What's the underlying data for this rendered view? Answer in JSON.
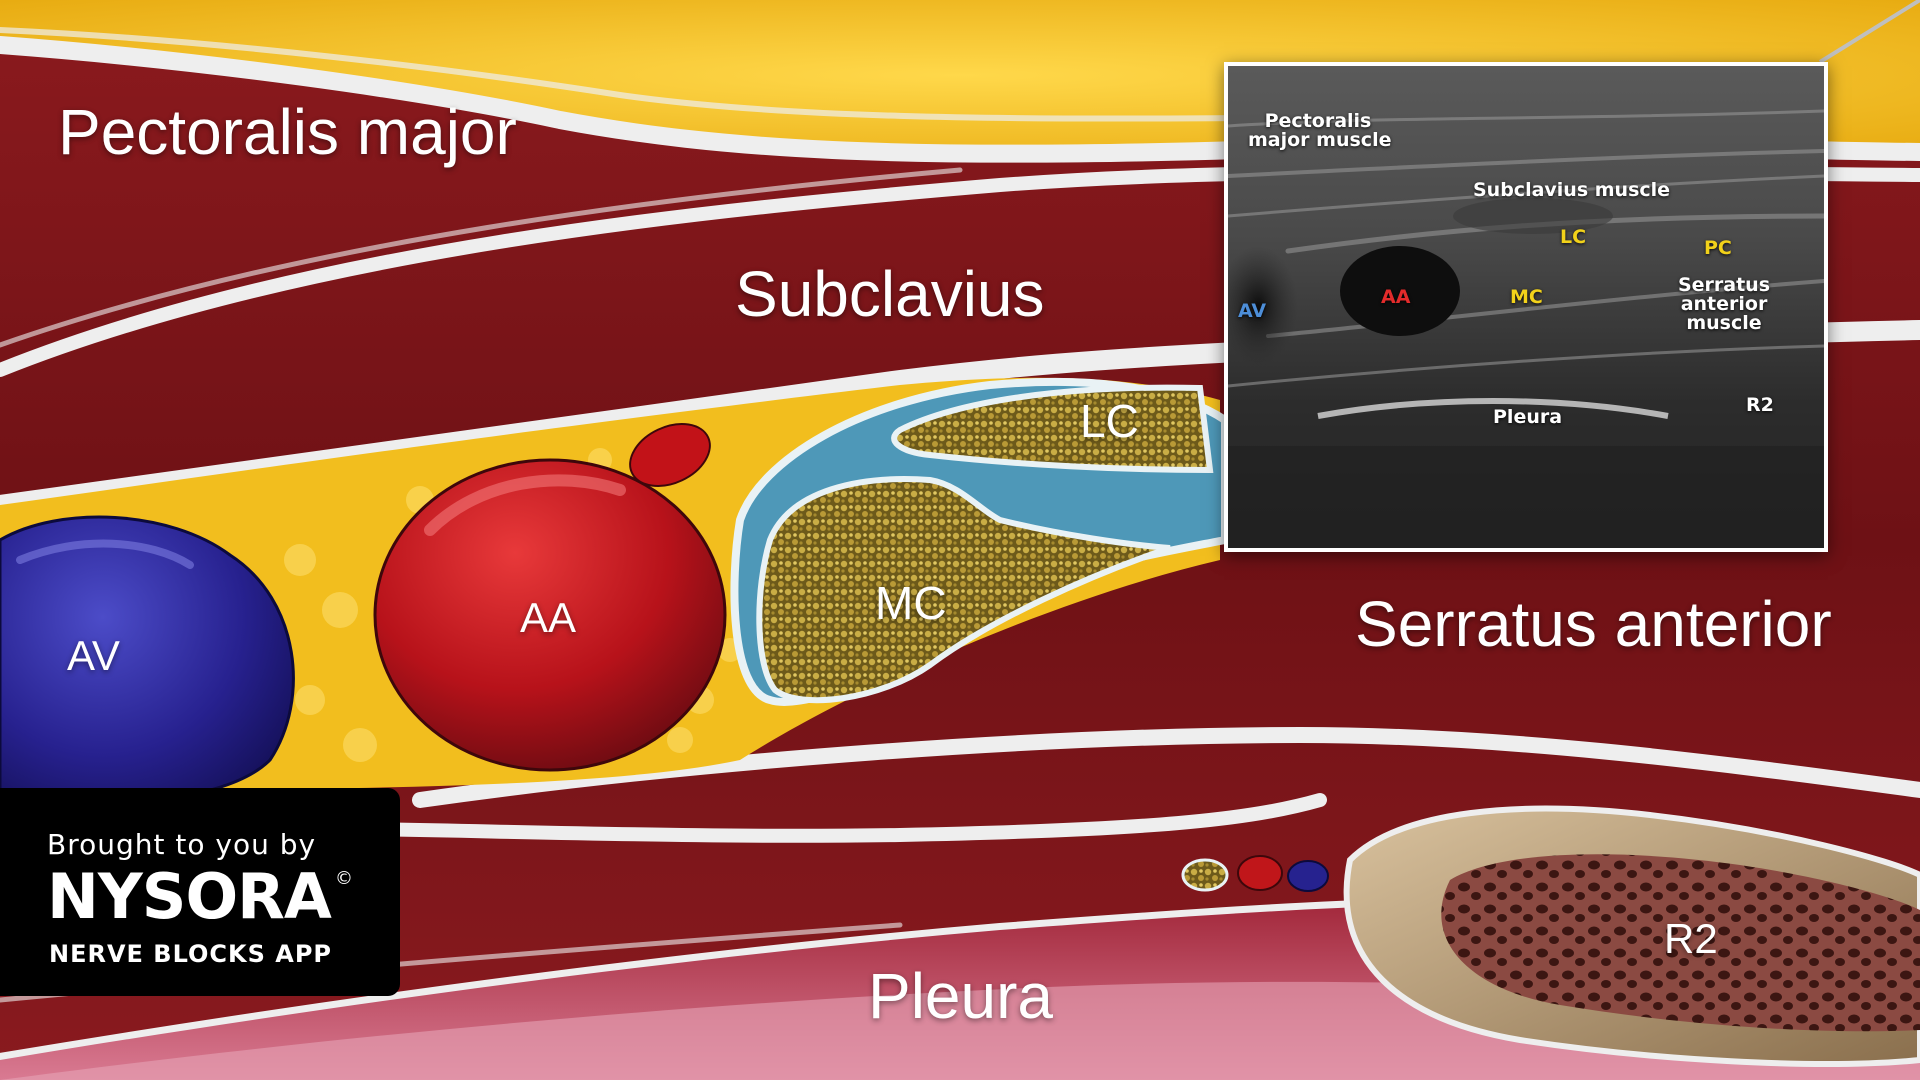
{
  "labels": {
    "pectoralis_major": "Pectoralis major",
    "subclavius": "Subclavius",
    "serratus_anterior": "Serratus anterior",
    "pleura": "Pleura",
    "av": "AV",
    "aa": "AA",
    "lc": "LC",
    "mc": "MC",
    "r2": "R2"
  },
  "ultrasound": {
    "pectoralis_major_line1": "Pectoralis",
    "pectoralis_major_line2": "major muscle",
    "subclavius": "Subclavius muscle",
    "lc": "LC",
    "pc": "PC",
    "av": "AV",
    "aa": "AA",
    "mc": "MC",
    "serratus_line1": "Serratus",
    "serratus_line2": "anterior",
    "serratus_line3": "muscle",
    "pleura": "Pleura",
    "r2": "R2"
  },
  "badge": {
    "line1": "Brought to you by",
    "brand": "NYSORA",
    "reg_mark": "©",
    "app": "NERVE BLOCKS APP"
  },
  "colors": {
    "ultrasound_white_label": "#ffffff",
    "ultrasound_yellow_label": "#f2d21a",
    "ultrasound_red_label": "#e32b2b",
    "ultrasound_blue_label": "#4d8ed8",
    "artery": "#c0161a",
    "vein": "#26228f",
    "nerve_sheath": "#3f8fb0",
    "fat": "#f3c21d",
    "muscle": "#7d1418",
    "bone": "#b89a76"
  }
}
